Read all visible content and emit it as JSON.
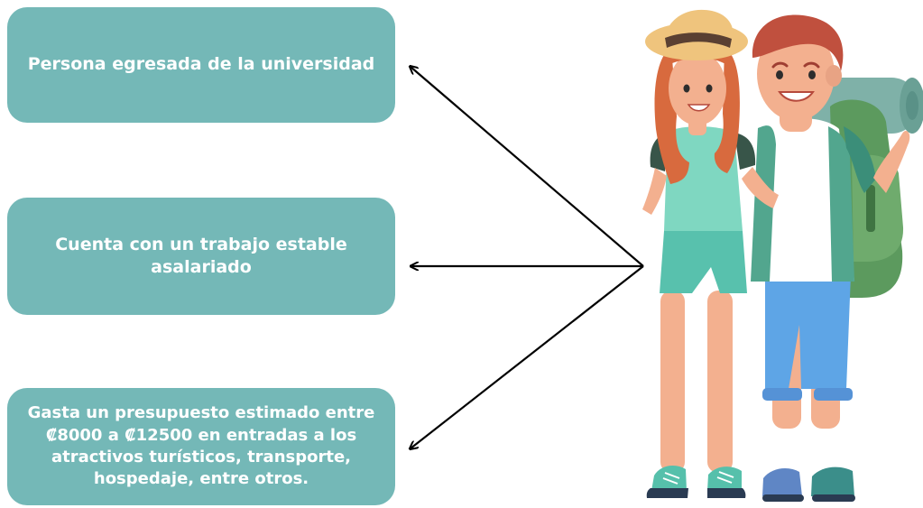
{
  "boxes": [
    {
      "text": "Persona egresada de la universidad"
    },
    {
      "text": "Cuenta con un trabajo estable asalariado"
    },
    {
      "text": "Gasta un presupuesto estimado entre ₡8000 a ₡12500 en entradas a los atractivos turísticos, transporte, hospedaje, entre otros."
    }
  ],
  "colors": {
    "box_fill": "#74b8b7",
    "box_text": "#ffffff",
    "arrow": "#000000"
  },
  "illustration": {
    "name": "backpacker-couple-illustration"
  }
}
